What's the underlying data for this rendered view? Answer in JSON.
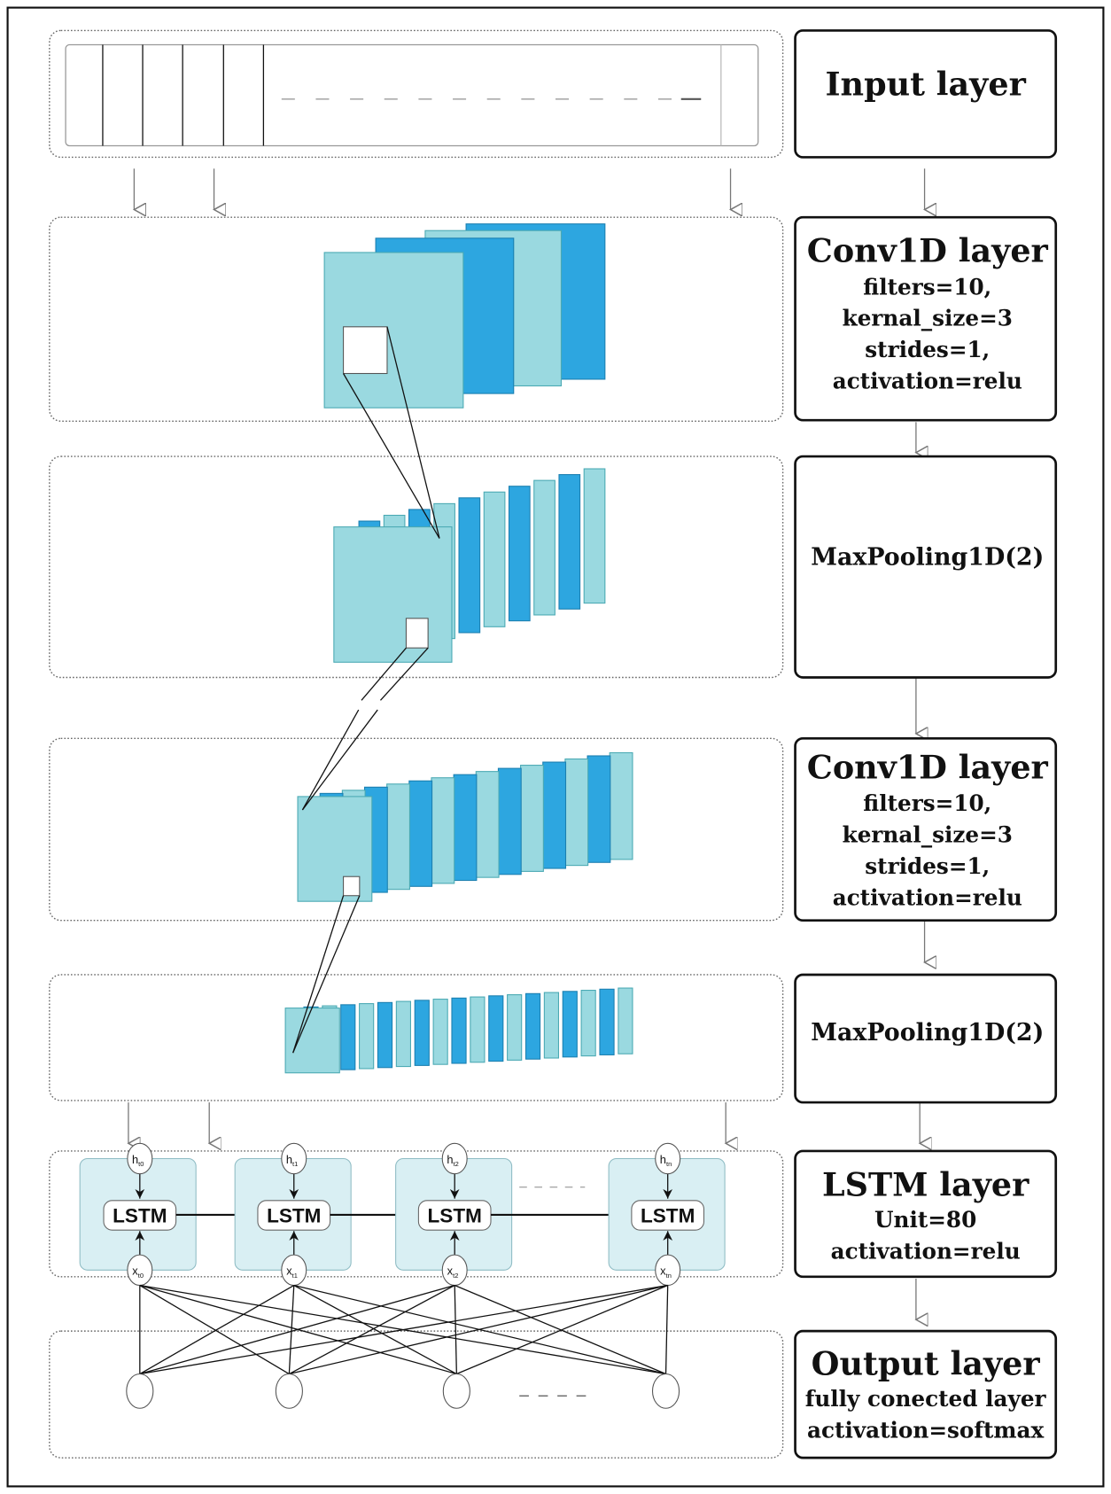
{
  "layers": [
    {
      "title": "Input layer",
      "params": []
    },
    {
      "title": "Conv1D layer",
      "params": [
        "filters=10,",
        "kernal_size=3",
        "strides=1,",
        "activation=relu"
      ]
    },
    {
      "title": "MaxPooling1D(2)",
      "params": []
    },
    {
      "title": "Conv1D layer",
      "params": [
        "filters=10,",
        "kernal_size=3",
        "strides=1,",
        "activation=relu"
      ]
    },
    {
      "title": "MaxPooling1D(2)",
      "params": []
    },
    {
      "title": "LSTM layer",
      "params": [
        "Unit=80",
        "activation=relu"
      ]
    },
    {
      "title": "Output layer",
      "params": [
        "fully conected layer",
        "activation=softmax"
      ]
    }
  ],
  "lstm_cells": [
    {
      "label": "LSTM",
      "h": "h",
      "h_sub": "t0",
      "x": "x",
      "x_sub": "t0"
    },
    {
      "label": "LSTM",
      "h": "h",
      "h_sub": "t1",
      "x": "x",
      "x_sub": "t1"
    },
    {
      "label": "LSTM",
      "h": "h",
      "h_sub": "t2",
      "x": "x",
      "x_sub": "t2"
    },
    {
      "label": "LSTM",
      "h": "h",
      "h_sub": "tn",
      "x": "x",
      "x_sub": "tn"
    }
  ],
  "colors": {
    "light": "#9ad9e0",
    "blue": "#2da6e0",
    "cell": "#d9eff3"
  }
}
